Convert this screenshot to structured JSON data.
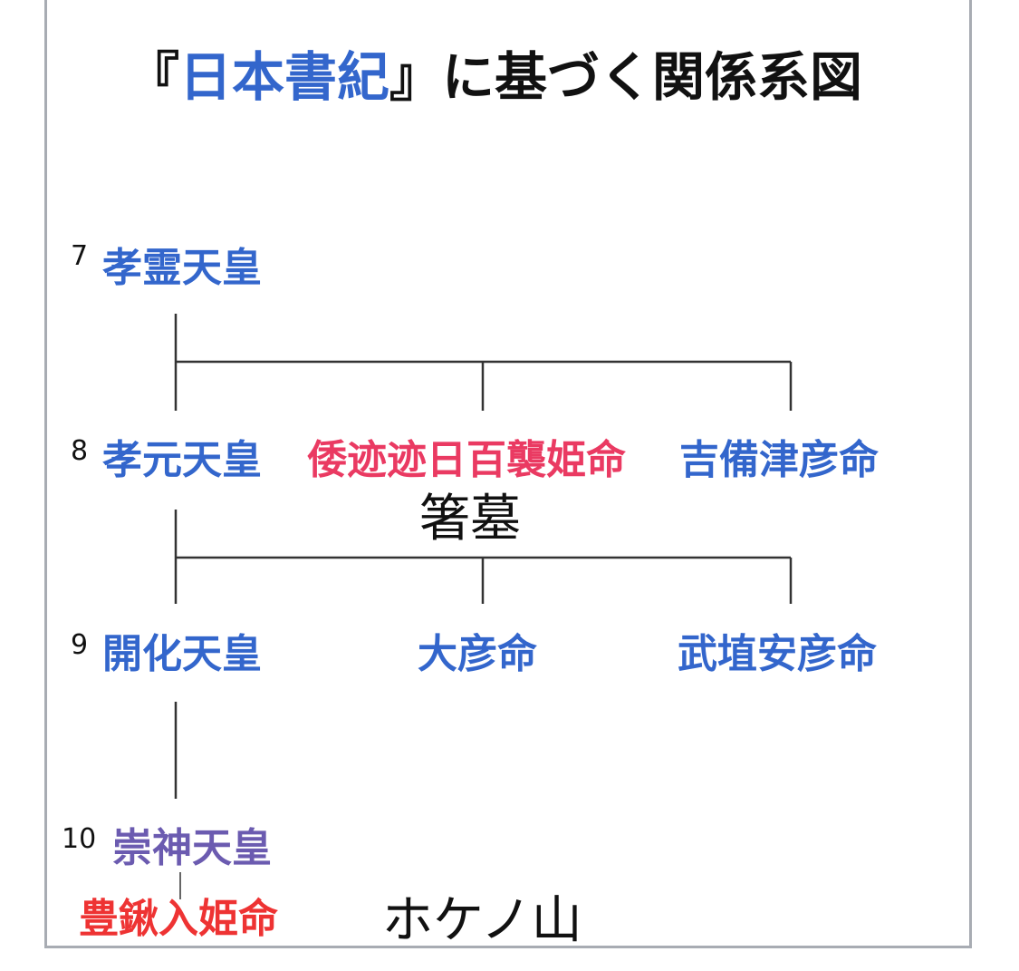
{
  "title": {
    "open_bracket": "『",
    "book": "日本書紀",
    "close_bracket": "』",
    "rest": "に基づく関係系図"
  },
  "generations": [
    {
      "number": "7",
      "members": [
        {
          "name": "孝霊天皇",
          "color": "#3366cc"
        }
      ]
    },
    {
      "number": "8",
      "members": [
        {
          "name": "孝元天皇",
          "color": "#3366cc"
        },
        {
          "name": "倭迹迹日百襲姫命",
          "color": "#ea3a62"
        },
        {
          "name": "吉備津彦命",
          "color": "#3366cc"
        }
      ]
    },
    {
      "number": "9",
      "members": [
        {
          "name": "開化天皇",
          "color": "#3366cc"
        },
        {
          "name": "大彦命",
          "color": "#3366cc"
        },
        {
          "name": "武埴安彦命",
          "color": "#3366cc"
        }
      ]
    },
    {
      "number": "10",
      "members": [
        {
          "name": "崇神天皇",
          "color": "#6b5bb0"
        }
      ]
    }
  ],
  "child": {
    "name": "豊鍬入姫命",
    "color": "#ee3333"
  },
  "annotations": {
    "hashihaka": "箸墓",
    "hokenoyama": "ホケノ山"
  }
}
